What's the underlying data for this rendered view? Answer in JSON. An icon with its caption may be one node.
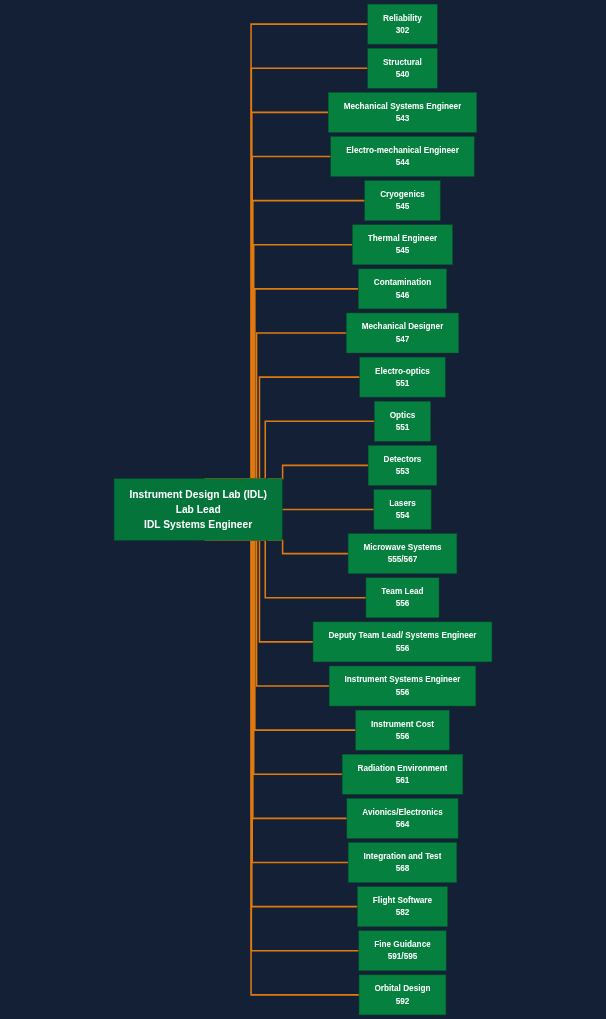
{
  "diagram": {
    "nodes": [
      {
        "text": [
          "Instrument Design Lab (IDL)",
          "Lab Lead",
          "IDL Systems Engineer"
        ]
      },
      {
        "text": [
          "Reliability",
          "302"
        ]
      },
      {
        "text": [
          "Structural",
          "540"
        ]
      },
      {
        "text": [
          "Mechanical Systems Engineer",
          "543"
        ]
      },
      {
        "text": [
          "Electro-mechanical Engineer",
          "544"
        ]
      },
      {
        "text": [
          "Cryogenics",
          "545"
        ]
      },
      {
        "text": [
          "Thermal Engineer",
          "545"
        ]
      },
      {
        "text": [
          "Contamination",
          "546"
        ]
      },
      {
        "text": [
          "Mechanical Designer",
          "547"
        ]
      },
      {
        "text": [
          "Electro-optics",
          "551"
        ]
      },
      {
        "text": [
          "Optics",
          "551"
        ]
      },
      {
        "text": [
          "Detectors",
          "553"
        ]
      },
      {
        "text": [
          "Lasers",
          "554"
        ]
      },
      {
        "text": [
          "Microwave Systems",
          "555/567"
        ]
      },
      {
        "text": [
          "Team Lead",
          "556"
        ]
      },
      {
        "text": [
          "Deputy Team Lead/ Systems Engineer",
          "556"
        ]
      },
      {
        "text": [
          "Instrument Systems Engineer",
          "556"
        ]
      },
      {
        "text": [
          "Instrument Cost",
          "556"
        ]
      },
      {
        "text": [
          "Radiation Environment",
          "561"
        ]
      },
      {
        "text": [
          "Avionics/Electronics",
          "564"
        ]
      },
      {
        "text": [
          "Integration and Test",
          "568"
        ]
      },
      {
        "text": [
          "Flight Software",
          "582"
        ]
      },
      {
        "text": [
          "Fine Guidance",
          "591/595"
        ]
      },
      {
        "text": [
          "Orbital Design",
          "592"
        ]
      }
    ],
    "edges": [
      {
        "from": 0,
        "to": 1,
        "arrow": "none"
      },
      {
        "from": 0,
        "to": 2,
        "arrow": "none"
      },
      {
        "from": 0,
        "to": 3,
        "arrow": "none"
      },
      {
        "from": 0,
        "to": 4,
        "arrow": "none"
      },
      {
        "from": 0,
        "to": 5,
        "arrow": "none"
      },
      {
        "from": 0,
        "to": 6,
        "arrow": "none"
      },
      {
        "from": 0,
        "to": 7,
        "arrow": "none"
      },
      {
        "from": 0,
        "to": 8,
        "arrow": "none"
      },
      {
        "from": 0,
        "to": 9,
        "arrow": "none"
      },
      {
        "from": 0,
        "to": 10,
        "arrow": "none"
      },
      {
        "from": 0,
        "to": 11,
        "arrow": "none"
      },
      {
        "from": 0,
        "to": 12,
        "arrow": "none"
      },
      {
        "from": 0,
        "to": 13,
        "arrow": "none"
      },
      {
        "from": 0,
        "to": 14,
        "arrow": "none"
      },
      {
        "from": 0,
        "to": 15,
        "arrow": "none"
      },
      {
        "from": 0,
        "to": 16,
        "arrow": "none"
      },
      {
        "from": 0,
        "to": 17,
        "arrow": "none"
      },
      {
        "from": 0,
        "to": 18,
        "arrow": "none"
      },
      {
        "from": 0,
        "to": 19,
        "arrow": "none"
      },
      {
        "from": 0,
        "to": 20,
        "arrow": "none"
      },
      {
        "from": 0,
        "to": 21,
        "arrow": "none"
      },
      {
        "from": 0,
        "to": 22,
        "arrow": "none"
      },
      {
        "from": 0,
        "to": 23,
        "arrow": "none"
      }
    ]
  }
}
